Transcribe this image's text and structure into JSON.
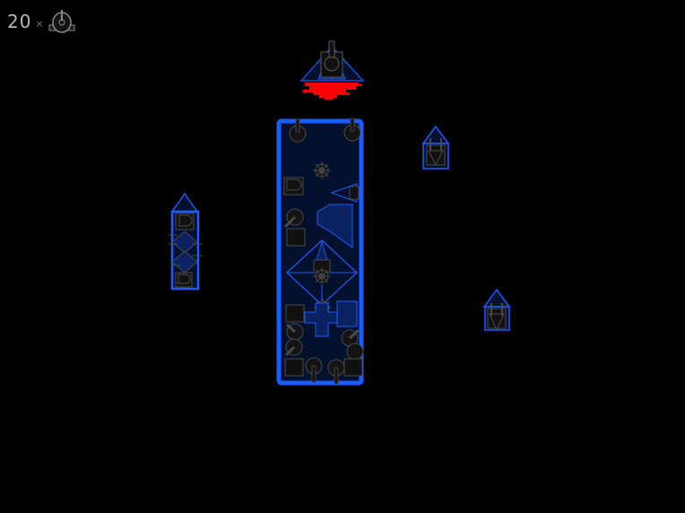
{
  "hud": {
    "remaining_count": "20",
    "multiplier_symbol": "×",
    "icon": "turret-ship-icon"
  },
  "colors": {
    "background": "#000000",
    "hull_outline": "#1a5cff",
    "hull_fill": "#03112e",
    "hull_fill_dark": "#0a2360",
    "module_gray": "#4a4a4a",
    "module_fill": "#121212",
    "damage_red": "#ff0000",
    "hud_text": "#b8b8b8"
  },
  "entities": [
    {
      "name": "enemy-fighter-damaged",
      "kind": "fighter"
    },
    {
      "name": "player-capital-ship",
      "kind": "capital"
    },
    {
      "name": "escort-frigate",
      "kind": "frigate"
    },
    {
      "name": "scout-drone-upper",
      "kind": "drone"
    },
    {
      "name": "scout-drone-lower",
      "kind": "drone"
    }
  ]
}
